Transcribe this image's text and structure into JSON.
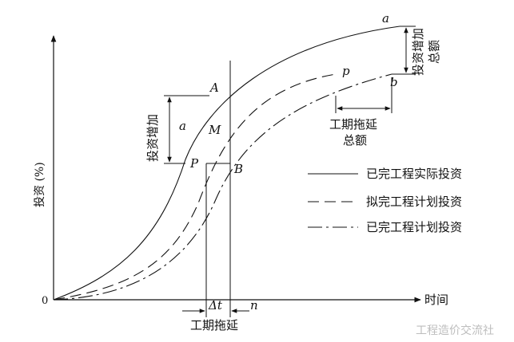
{
  "axes": {
    "y_label": "投资 (%)",
    "x_label": "时间",
    "origin": "0"
  },
  "points": {
    "a_top": "a",
    "b_end": "b",
    "p_end": "p",
    "A": "A",
    "M": "M",
    "P": "P",
    "B": "B",
    "a_gap": "a",
    "n": "n"
  },
  "annotations": {
    "invest_increase_left": "投资增加",
    "invest_increase_right": [
      "投资增加",
      "总额"
    ],
    "delay_total": [
      "工期拖延",
      "总额"
    ],
    "delta_t": "Δt",
    "delay": "工期拖延"
  },
  "legend": [
    {
      "label": "已完工程实际投资",
      "style": "solid"
    },
    {
      "label": "拟完工程计划投资",
      "style": "dashed"
    },
    {
      "label": "已完工程计划投资",
      "style": "dashdot"
    }
  ],
  "watermark": "工程造价交流社"
}
